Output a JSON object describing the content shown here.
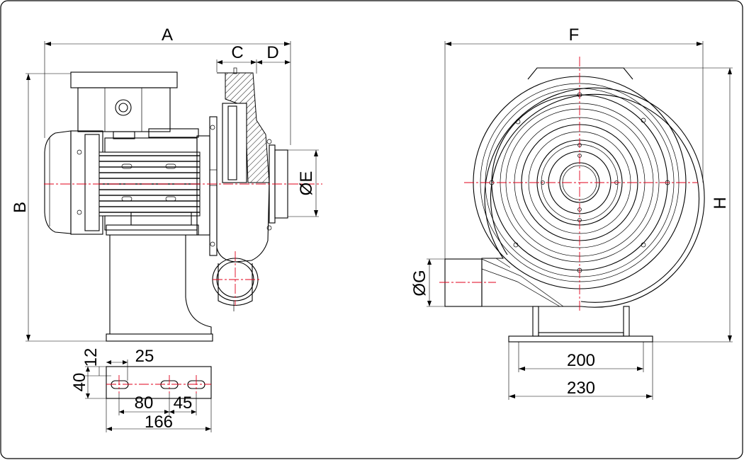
{
  "drawing": {
    "labels": {
      "A": "A",
      "B": "B",
      "C": "C",
      "D": "D",
      "E": "ØE",
      "F": "F",
      "G": "ØG",
      "H": "H"
    },
    "base_dims": {
      "d12": "12",
      "d25": "25",
      "d40": "40",
      "d80": "80",
      "d45": "45",
      "d166": "166"
    },
    "front_base_dims": {
      "d200": "200",
      "d230": "230"
    },
    "colors": {
      "lines": "#000000",
      "centerlines": "#e0001b",
      "background": "#ffffff"
    }
  }
}
